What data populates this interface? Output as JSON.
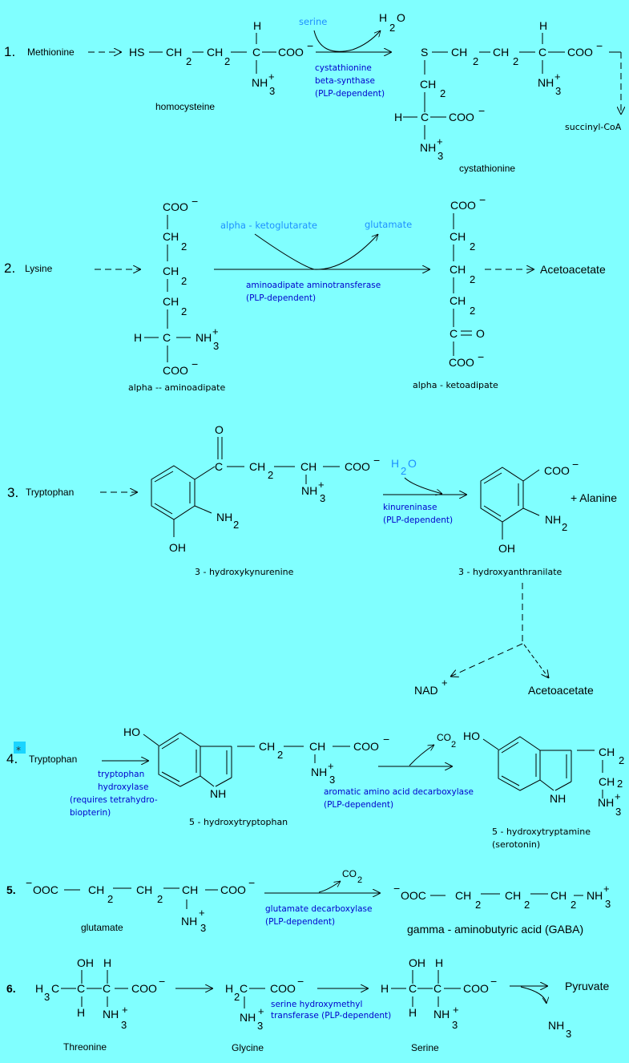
{
  "colors": {
    "background": "#80ffff",
    "enzyme_text": "#0000cc",
    "cofactor_text": "#1e8fff",
    "structure_text": "#000000"
  },
  "reactions": [
    {
      "number": "1.",
      "precursor": "Methionine",
      "intermediate": {
        "name": "homocysteine",
        "formula_parts": [
          "HS",
          "CH",
          "2",
          "CH",
          "2",
          "H",
          "C",
          "COO",
          "−",
          "NH",
          "+",
          "3"
        ]
      },
      "cosubstrate": "serine",
      "byproduct": {
        "main": "H",
        "sub": "2",
        "tail": "O"
      },
      "enzyme": [
        "cystathionine",
        "beta-synthase",
        "(PLP-dependent)"
      ],
      "product": {
        "name": "cystathionine"
      },
      "final_product": "succinyl-CoA"
    },
    {
      "number": "2.",
      "precursor": "Lysine",
      "intermediate": {
        "name": "alpha -- aminoadipate"
      },
      "cosubstrate": "alpha - ketoglutarate",
      "coproduct": "glutamate",
      "enzyme": [
        "aminoadipate aminotransferase",
        "(PLP-dependent)"
      ],
      "product": {
        "name": "alpha - ketoadipate"
      },
      "final_product": "Acetoacetate"
    },
    {
      "number": "3.",
      "precursor": "Tryptophan",
      "intermediate": {
        "name": "3 - hydroxykynurenine"
      },
      "cosubstrate": {
        "main": "H",
        "sub": "2",
        "tail": "O"
      },
      "enzyme": [
        "kinureninase",
        "(PLP-dependent)"
      ],
      "product": {
        "name": "3 - hydroxyanthranilate"
      },
      "side_product": "+ Alanine",
      "final_products": [
        {
          "main": "NAD",
          "sup": "+"
        },
        "Acetoacetate"
      ]
    },
    {
      "number": "4.",
      "star_marker": "*",
      "precursor": "Tryptophan",
      "enzyme_1": [
        "tryptophan",
        "hydroxylase",
        "(requires tetrahydro-",
        "biopterin)"
      ],
      "intermediate": {
        "name": "5 - hydroxytryptophan"
      },
      "byproduct": {
        "main": "CO",
        "sub": "2"
      },
      "enzyme_2": [
        "aromatic amino acid decarboxylase",
        "(PLP-dependent)"
      ],
      "product": {
        "name": [
          "5 - hydroxytryptamine",
          "(serotonin)"
        ]
      }
    },
    {
      "number": "5.",
      "substrate": {
        "name": "glutamate"
      },
      "byproduct": {
        "main": "CO",
        "sub": "2"
      },
      "enzyme": [
        "glutamate decarboxylase",
        "(PLP-dependent)"
      ],
      "product": {
        "name": "gamma - aminobutyric acid (GABA)"
      }
    },
    {
      "number": "6.",
      "substrate": {
        "name": "Threonine"
      },
      "intermediate": {
        "name": "Glycine"
      },
      "enzyme": [
        "serine hydroxymethyl",
        "transferase (PLP-dependent)"
      ],
      "product": {
        "name": "Serine"
      },
      "final_product": "Pyruvate",
      "byproduct": {
        "main": "NH",
        "sub": "3"
      }
    }
  ],
  "atoms": {
    "H": "H",
    "C": "C",
    "O": "O",
    "S": "S",
    "HS": "HS",
    "OH": "OH",
    "HO": "HO",
    "NH": "NH",
    "CH": "CH",
    "COO": "COO",
    "OOC": "OOC",
    "CH2_main": "CH",
    "NH3_main": "NH",
    "NH2_main": "NH",
    "H2C": "H",
    "H3C": "H",
    "minus": "−",
    "plus": "+",
    "two": "2",
    "three": "3",
    "eq_O": "= O"
  }
}
